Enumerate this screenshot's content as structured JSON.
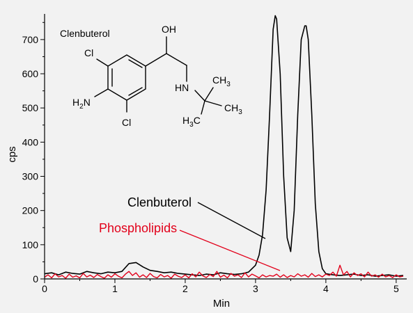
{
  "chart_data": {
    "type": "line",
    "xlabel": "Min",
    "ylabel": "cps",
    "xlim": [
      0,
      5.15
    ],
    "ylim": [
      0,
      775
    ],
    "xticks": [
      0,
      1,
      2,
      3,
      4,
      5
    ],
    "yticks": [
      0,
      100,
      200,
      300,
      400,
      500,
      600,
      700
    ],
    "series": [
      {
        "name": "Clenbuterol",
        "color": "#000000",
        "x": [
          0,
          0.1,
          0.2,
          0.3,
          0.4,
          0.5,
          0.6,
          0.7,
          0.8,
          0.9,
          1.0,
          1.1,
          1.2,
          1.3,
          1.4,
          1.5,
          1.6,
          1.7,
          1.8,
          1.9,
          2.0,
          2.1,
          2.2,
          2.3,
          2.4,
          2.5,
          2.6,
          2.7,
          2.8,
          2.9,
          3.0,
          3.05,
          3.1,
          3.15,
          3.2,
          3.25,
          3.28,
          3.3,
          3.35,
          3.4,
          3.45,
          3.5,
          3.55,
          3.6,
          3.65,
          3.7,
          3.72,
          3.75,
          3.8,
          3.85,
          3.9,
          3.95,
          4.0,
          4.1,
          4.2,
          4.3,
          4.4,
          4.5,
          4.6,
          4.7,
          4.8,
          4.9,
          5.0,
          5.1
        ],
        "values": [
          15,
          18,
          12,
          20,
          16,
          14,
          22,
          18,
          15,
          20,
          18,
          22,
          45,
          48,
          35,
          25,
          22,
          18,
          20,
          16,
          14,
          12,
          10,
          14,
          12,
          18,
          15,
          13,
          15,
          20,
          40,
          70,
          130,
          260,
          480,
          730,
          770,
          760,
          600,
          300,
          120,
          80,
          200,
          480,
          700,
          740,
          740,
          700,
          480,
          220,
          80,
          30,
          15,
          12,
          10,
          12,
          14,
          10,
          12,
          8,
          10,
          12,
          8,
          10
        ]
      },
      {
        "name": "Phospholipids",
        "color": "#e2001a",
        "x": [
          0,
          0.05,
          0.1,
          0.15,
          0.2,
          0.25,
          0.3,
          0.35,
          0.4,
          0.45,
          0.5,
          0.55,
          0.6,
          0.65,
          0.7,
          0.75,
          0.8,
          0.85,
          0.9,
          0.95,
          1.0,
          1.05,
          1.1,
          1.15,
          1.2,
          1.25,
          1.3,
          1.35,
          1.4,
          1.45,
          1.5,
          1.55,
          1.6,
          1.65,
          1.7,
          1.75,
          1.8,
          1.85,
          1.9,
          1.95,
          2.0,
          2.05,
          2.1,
          2.15,
          2.2,
          2.25,
          2.3,
          2.35,
          2.4,
          2.45,
          2.5,
          2.55,
          2.6,
          2.65,
          2.7,
          2.75,
          2.8,
          2.85,
          2.9,
          2.95,
          3.0,
          3.05,
          3.1,
          3.15,
          3.2,
          3.25,
          3.3,
          3.35,
          3.4,
          3.45,
          3.5,
          3.55,
          3.6,
          3.65,
          3.7,
          3.75,
          3.8,
          3.85,
          3.9,
          3.95,
          4.0,
          4.05,
          4.1,
          4.15,
          4.2,
          4.25,
          4.3,
          4.35,
          4.4,
          4.45,
          4.5,
          4.55,
          4.6,
          4.65,
          4.7,
          4.75,
          4.8,
          4.85,
          4.9,
          4.95,
          5.0,
          5.05,
          5.1
        ],
        "values": [
          5,
          12,
          3,
          15,
          6,
          10,
          2,
          14,
          5,
          9,
          3,
          16,
          6,
          11,
          4,
          13,
          7,
          2,
          12,
          5,
          15,
          8,
          3,
          14,
          22,
          10,
          18,
          5,
          12,
          4,
          16,
          7,
          3,
          13,
          6,
          10,
          2,
          14,
          8,
          4,
          12,
          3,
          15,
          6,
          20,
          9,
          4,
          13,
          7,
          22,
          5,
          11,
          3,
          16,
          8,
          12,
          4,
          18,
          6,
          14,
          9,
          3,
          12,
          6,
          10,
          8,
          14,
          5,
          12,
          4,
          10,
          6,
          15,
          8,
          12,
          5,
          16,
          7,
          12,
          6,
          14,
          10,
          20,
          8,
          40,
          12,
          22,
          6,
          18,
          10,
          15,
          6,
          20,
          8,
          12,
          5,
          14,
          6,
          10,
          4,
          12,
          6,
          8
        ]
      }
    ]
  },
  "inset": {
    "title": "Clenbuterol",
    "atoms": {
      "oh": "OH",
      "cl_top": "Cl",
      "cl_bottom": "Cl",
      "h2n_h": "H",
      "h2n_sub": "2",
      "h2n_n": "N",
      "hn": "HN",
      "ch3_a": "CH",
      "ch3_a_sub": "3",
      "ch3_b": "CH",
      "ch3_b_sub": "3",
      "h3c_h": "H",
      "h3c_sub": "3",
      "h3c_c": "C"
    }
  }
}
